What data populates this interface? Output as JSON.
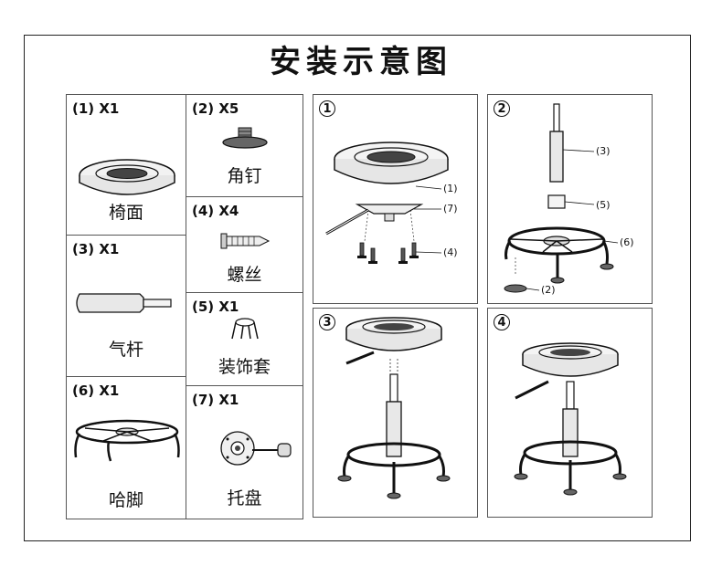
{
  "title": "安装示意图",
  "parts": [
    {
      "qty": "(1) X1",
      "name": "椅面",
      "icon": "seat-cushion-icon"
    },
    {
      "qty": "(2) X5",
      "name": "角钉",
      "icon": "corner-nail-icon"
    },
    {
      "qty": "(3) X1",
      "name": "气杆",
      "icon": "gas-lift-icon"
    },
    {
      "qty": "(4) X4",
      "name": "螺丝",
      "icon": "screw-icon"
    },
    {
      "qty": "(5) X1",
      "name": "装饰套",
      "icon": "decorative-sleeve-icon"
    },
    {
      "qty": "(6) X1",
      "name": "哈脚",
      "icon": "footrest-base-icon"
    },
    {
      "qty": "(7) X1",
      "name": "托盘",
      "icon": "tray-plate-icon"
    }
  ],
  "steps": [
    {
      "number": "1",
      "callouts": [
        "(1)",
        "(7)",
        "(4)"
      ]
    },
    {
      "number": "2",
      "callouts": [
        "(3)",
        "(5)",
        "(6)",
        "(2)"
      ]
    },
    {
      "number": "3",
      "callouts": []
    },
    {
      "number": "4",
      "callouts": []
    }
  ]
}
